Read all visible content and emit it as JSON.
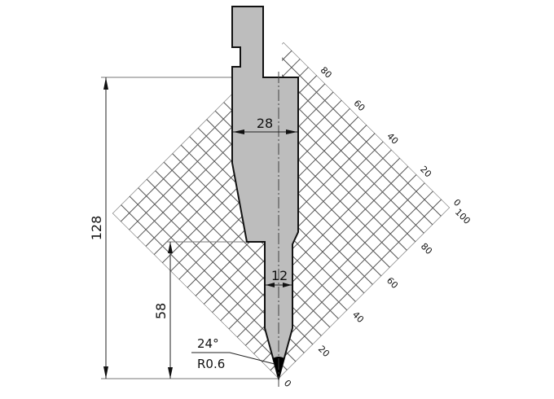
{
  "diagram": {
    "dimensions": {
      "total_height": "128",
      "lower_height": "58",
      "body_width": "28",
      "neck_width": "12",
      "tip_angle": "24°",
      "tip_radius": "R0.6"
    },
    "scale_lower_edge_labels": [
      "0",
      "20",
      "40",
      "60",
      "80",
      "100"
    ],
    "scale_upper_edge_labels": [
      "0",
      "20",
      "40",
      "60",
      "80"
    ],
    "colors": {
      "tool_fill": "#bdbdbd",
      "outline": "#111111",
      "grid": "#555555",
      "tip": "#000000"
    }
  }
}
